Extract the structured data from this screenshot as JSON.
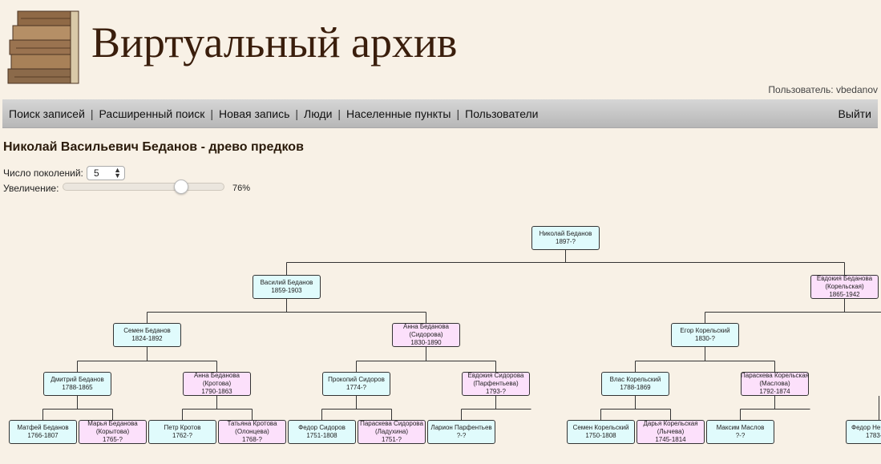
{
  "header": {
    "title": "Виртуальный архив",
    "user_label": "Пользователь: vbedanov"
  },
  "nav": {
    "items": [
      "Поиск записей",
      "Расширенный поиск",
      "Новая запись",
      "Люди",
      "Населенные пункты",
      "Пользователи"
    ],
    "logout": "Выйти"
  },
  "page": {
    "title": "Николай Васильевич Беданов - древо предков",
    "generations_label": "Число поколений:",
    "generations_value": "5",
    "zoom_label": "Увеличение:",
    "zoom_value": "76%",
    "zoom_level_percent": 76
  },
  "tree": {
    "p0": {
      "name": "Николай Беданов",
      "dates": "1897-?"
    },
    "p1": {
      "name": "Василий Беданов",
      "dates": "1859-1903"
    },
    "p2": {
      "name": "Евдокия Беданова",
      "maiden": "(Корельская)",
      "dates": "1865-1942"
    },
    "p3": {
      "name": "Семен Беданов",
      "dates": "1824-1892"
    },
    "p4": {
      "name": "Анна Беданова",
      "maiden": "(Сидорова)",
      "dates": "1830-1890"
    },
    "p5": {
      "name": "Егор Корельский",
      "dates": "1830-?"
    },
    "p7": {
      "name": "Дмитрий Беданов",
      "dates": "1788-1865"
    },
    "p8": {
      "name": "Анна Беданова",
      "maiden": "(Кротова)",
      "dates": "1790-1863"
    },
    "p9": {
      "name": "Прокопий Сидоров",
      "dates": "1774-?"
    },
    "p10": {
      "name": "Евдокия Сидорова",
      "maiden": "(Парфентьева)",
      "dates": "1793-?"
    },
    "p11": {
      "name": "Влас Корельский",
      "dates": "1788-1869"
    },
    "p12": {
      "name": "Параскева Корельская",
      "maiden": "(Маслова)",
      "dates": "1792-1874"
    },
    "p15": {
      "name": "Матфей Беданов",
      "dates": "1766-1807"
    },
    "p16": {
      "name": "Марья Беданова",
      "maiden": "(Корытова)",
      "dates": "1765-?"
    },
    "p17": {
      "name": "Петр Кротов",
      "dates": "1762-?"
    },
    "p18": {
      "name": "Татьяна Кротова",
      "maiden": "(Олонцева)",
      "dates": "1768-?"
    },
    "p19": {
      "name": "Федор Сидоров",
      "dates": "1751-1808"
    },
    "p20": {
      "name": "Параскева Сидорова",
      "maiden": "(Ладухина)",
      "dates": "1751-?"
    },
    "p21": {
      "name": "Ларион Парфентьев",
      "dates": "?-?"
    },
    "p23": {
      "name": "Семен Корельский",
      "dates": "1750-1808"
    },
    "p24": {
      "name": "Дарья Корельская",
      "maiden": "(Лычева)",
      "dates": "1745-1814"
    },
    "p25": {
      "name": "Максим Маслов",
      "dates": "?-?"
    },
    "p27": {
      "name": "Федор Не",
      "dates": "1783-"
    }
  }
}
